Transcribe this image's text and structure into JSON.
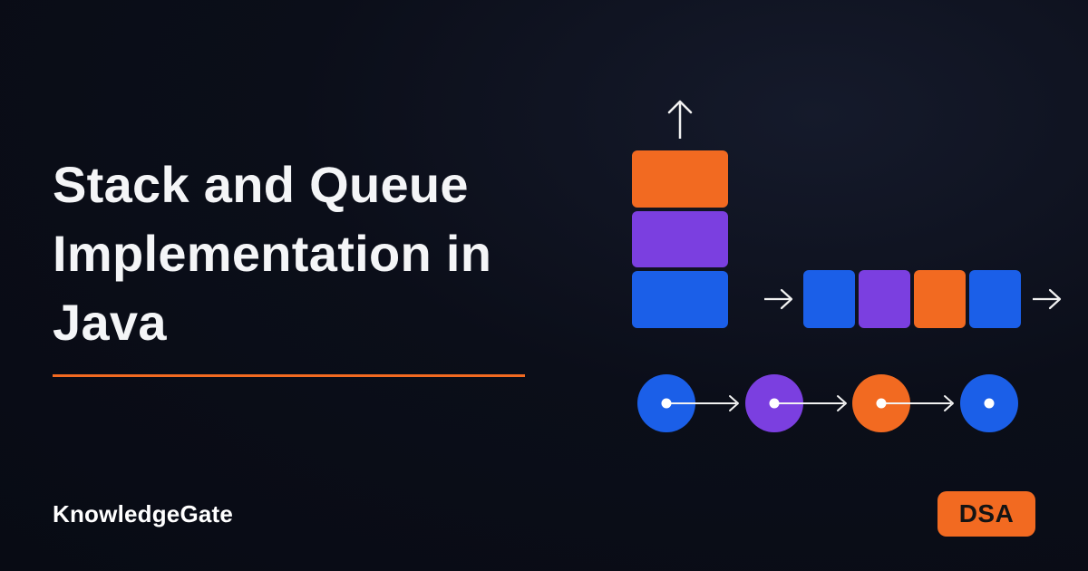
{
  "title": {
    "line1": "Stack and Queue",
    "line2": "Implementation in",
    "line3": "Java"
  },
  "brand": "KnowledgeGate",
  "badge": "DSA",
  "colors": {
    "background": "#0b0e19",
    "accent_orange": "#f26a21",
    "purple": "#7b3fe0",
    "blue": "#1b5fe8",
    "arrow": "#f2f2f2"
  },
  "diagram": {
    "stack": {
      "items": [
        "orange",
        "purple",
        "blue"
      ],
      "top_arrow_icon": "arrow-up-icon"
    },
    "queue": {
      "items": [
        "blue",
        "purple",
        "orange",
        "blue"
      ],
      "enqueue_arrow_icon": "arrow-right-icon",
      "dequeue_arrow_icon": "arrow-right-icon"
    },
    "linked_list": {
      "nodes": [
        "blue",
        "purple",
        "orange",
        "blue"
      ],
      "link_icon": "arrow-right-icon"
    }
  }
}
